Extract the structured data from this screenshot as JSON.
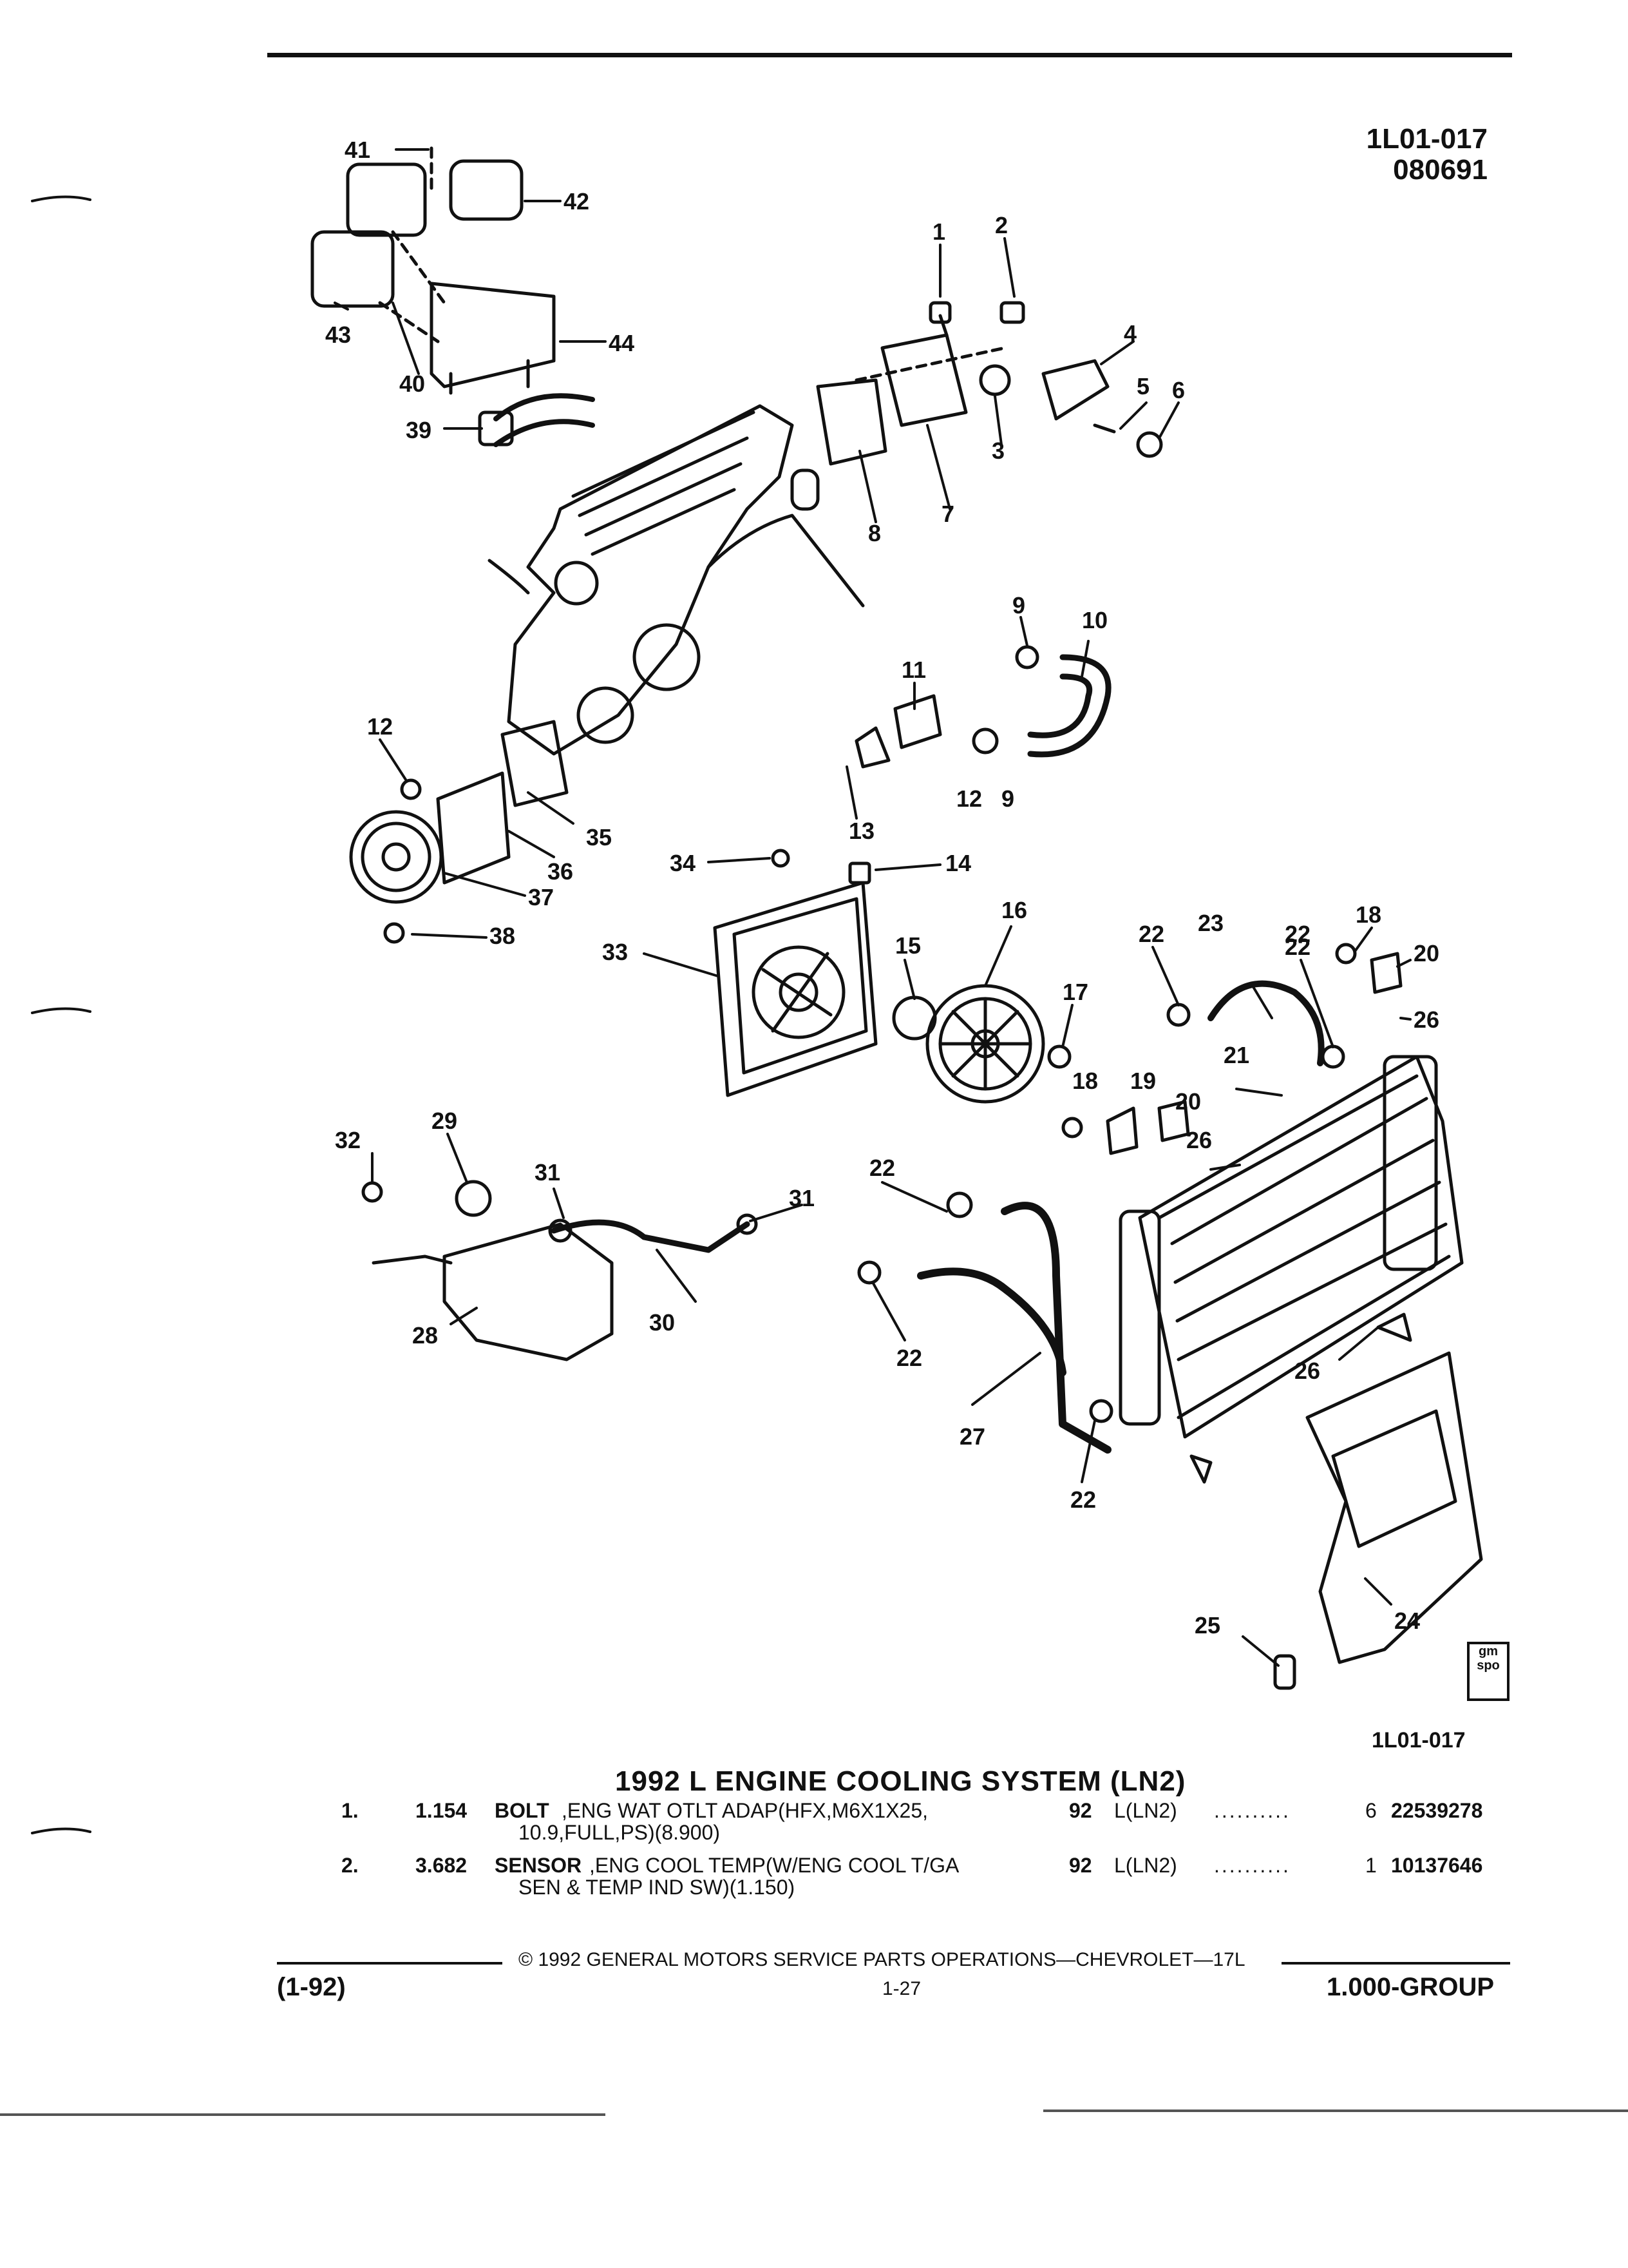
{
  "header": {
    "figure_code": "1L01-017",
    "date_code": "080691"
  },
  "diagram": {
    "figure_code_bottom": "1L01-017",
    "badge_text": "gm spo",
    "callouts": [
      "1",
      "2",
      "3",
      "4",
      "5",
      "6",
      "7",
      "8",
      "9",
      "9",
      "10",
      "11",
      "12",
      "12",
      "13",
      "14",
      "15",
      "16",
      "17",
      "18",
      "18",
      "19",
      "20",
      "20",
      "21",
      "22",
      "22",
      "22",
      "22",
      "22",
      "22",
      "23",
      "24",
      "25",
      "26",
      "26",
      "26",
      "27",
      "28",
      "29",
      "30",
      "31",
      "31",
      "32",
      "33",
      "34",
      "35",
      "36",
      "37",
      "38",
      "39",
      "40",
      "41",
      "42",
      "43",
      "44"
    ]
  },
  "section": {
    "title": "1992 L ENGINE COOLING SYSTEM (LN2)"
  },
  "parts": [
    {
      "index": "1.",
      "ref": "1.154",
      "name": "BOLT",
      "desc_line1": ",ENG WAT OTLT ADAP(HFX,M6X1X25,",
      "desc_line2": "10.9,FULL,PS)(8.900)",
      "year": "92",
      "series": "L(LN2)",
      "leader": "..........",
      "qty": "6",
      "part_no": "22539278"
    },
    {
      "index": "2.",
      "ref": "3.682",
      "name": "SENSOR",
      "desc_line1": ",ENG COOL TEMP(W/ENG COOL T/GA",
      "desc_line2": "SEN & TEMP IND SW)(1.150)",
      "year": "92",
      "series": "L(LN2)",
      "leader": "..........",
      "qty": "1",
      "part_no": "10137646"
    }
  ],
  "footer": {
    "copyright": "© 1992 GENERAL MOTORS SERVICE PARTS OPERATIONS—CHEVROLET—17L",
    "date": "(1-92)",
    "page": "1-27",
    "group": "1.000-GROUP"
  }
}
